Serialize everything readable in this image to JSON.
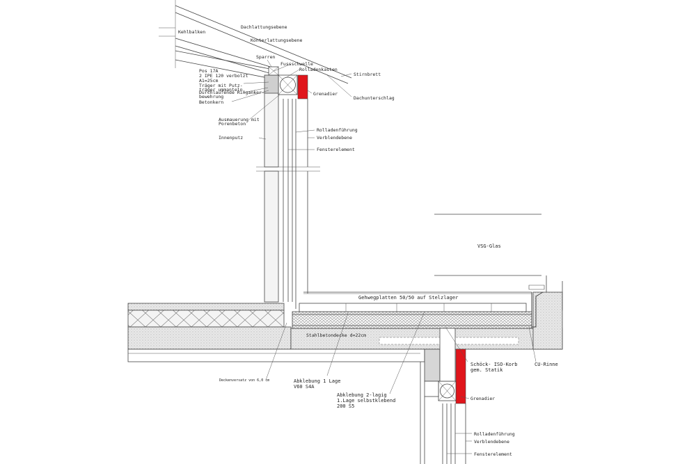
{
  "drawing": {
    "labels": {
      "kehlbalken": "Kehlbalken",
      "dachlattungsebene": "Dachlattungsebene",
      "konterlattungsebene": "Konterlattungsebene",
      "sparren": "Sparren",
      "fussschwelle": "Fussschwelle",
      "rolladenkasten": "Rolladenkasten",
      "stirnbrett": "Stirnbrett",
      "pos17a": [
        "Pos 17A",
        "2 IPE 120 verbolzt",
        "A1=25cm",
        "Träger mit Putz-",
        "träger ummanteln."
      ],
      "ringanker": [
        "Durchlaufende Ringanker-",
        "bewehrung"
      ],
      "betonkern": "Betonkern",
      "grenadier_top": "Grenadier",
      "dachunterschlag": "Dachunterschlag",
      "ausmauerung": [
        "Ausmauerung mit",
        "Porenbeton"
      ],
      "rolladenfuehrung_top": "Rolladenführung",
      "verblendebene_top": "Verblendebene",
      "innenputz": "Innenputz",
      "fensterelement_top": "Fensterelement",
      "vsg_glas": "VSG-Glas",
      "gehwegplatten": "Gehwegplatten 50/50 auf Stelzlager",
      "stahlbetondecke": "Stahlbetondecke d=22cm",
      "deckenversatz": "Deckenversatz von 6,0 cm",
      "abklebung1": [
        "Abklebung 1 Lage",
        "V60 S4A"
      ],
      "abklebung2": [
        "Abklebung 2-lagig",
        "1.Lage selbstklebend",
        "200 S5"
      ],
      "schoeck": [
        "Schöck- ISO-Korb",
        "gem. Statik"
      ],
      "cu_rinne": "CU-Rinne",
      "grenadier_bottom": "Grenadier",
      "rolladenfuehrung_bottom": "Rolladenführung",
      "verblendebene_bottom": "Verblendebene",
      "fensterelement_bottom": "Fensterelement"
    },
    "colors": {
      "line": "#444444",
      "grenadier": "#e0151b",
      "slab": "#e6e6e6",
      "masonry": "#d6d6d6"
    }
  }
}
